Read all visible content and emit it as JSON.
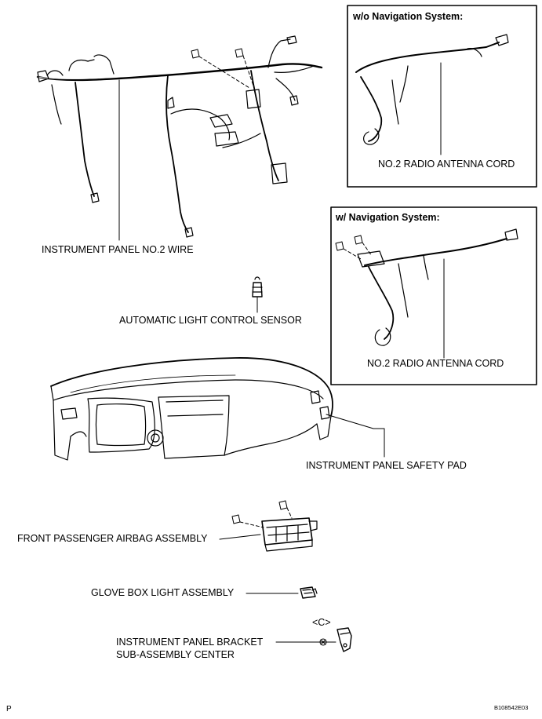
{
  "inset_without_nav": {
    "title": "w/o Navigation System:",
    "part_label": "NO.2 RADIO ANTENNA CORD"
  },
  "inset_with_nav": {
    "title": "w/ Navigation System:",
    "part_label": "NO.2 RADIO ANTENNA CORD"
  },
  "labels": {
    "wire": "INSTRUMENT PANEL NO.2 WIRE",
    "light_sensor": "AUTOMATIC LIGHT CONTROL SENSOR",
    "safety_pad": "INSTRUMENT PANEL SAFETY PAD",
    "airbag": "FRONT PASSENGER AIRBAG ASSEMBLY",
    "glove_light": "GLOVE BOX LIGHT ASSEMBLY",
    "bracket_line1": "INSTRUMENT PANEL BRACKET",
    "bracket_line2": "SUB-ASSEMBLY CENTER",
    "bracket_tag": "<C>"
  },
  "footer": {
    "left_mark": "P",
    "figure_code": "B108542E03"
  }
}
